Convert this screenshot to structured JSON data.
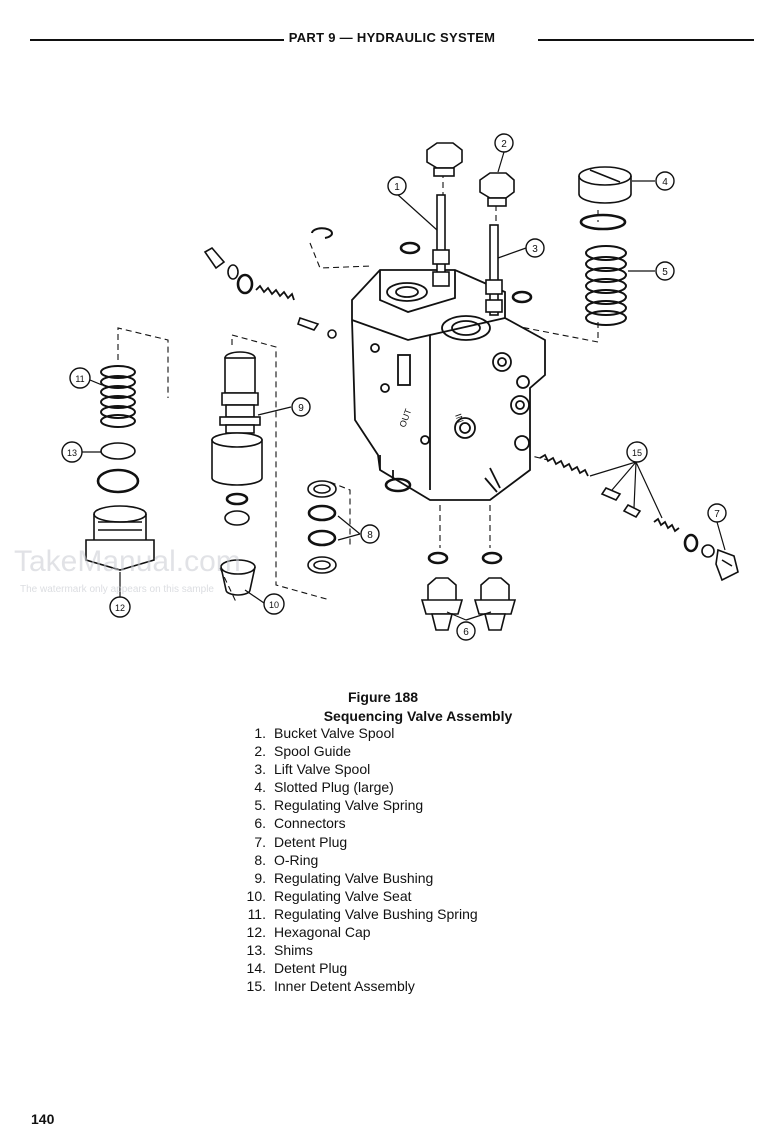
{
  "header": {
    "title": "PART 9 — HYDRAULIC SYSTEM"
  },
  "watermark": {
    "text": "TakeManual.com",
    "subtext": "The watermark only appears on this sample"
  },
  "callouts": [
    "1",
    "2",
    "3",
    "4",
    "5",
    "6",
    "7",
    "8",
    "9",
    "10",
    "11",
    "12",
    "13",
    "15"
  ],
  "caption": {
    "figure": "Figure 188",
    "title": "Sequencing Valve Assembly"
  },
  "parts": [
    {
      "num": "1.",
      "label": "Bucket Valve Spool"
    },
    {
      "num": "2.",
      "label": "Spool Guide"
    },
    {
      "num": "3.",
      "label": "Lift Valve Spool"
    },
    {
      "num": "4.",
      "label": "Slotted Plug (large)"
    },
    {
      "num": "5.",
      "label": "Regulating Valve Spring"
    },
    {
      "num": "6.",
      "label": "Connectors"
    },
    {
      "num": "7.",
      "label": "Detent Plug"
    },
    {
      "num": "8.",
      "label": "O-Ring"
    },
    {
      "num": "9.",
      "label": "Regulating Valve Bushing"
    },
    {
      "num": "10.",
      "label": "Regulating Valve Seat"
    },
    {
      "num": "11.",
      "label": "Regulating Valve Bushing Spring"
    },
    {
      "num": "12.",
      "label": "Hexagonal Cap"
    },
    {
      "num": "13.",
      "label": "Shims"
    },
    {
      "num": "14.",
      "label": "Detent Plug"
    },
    {
      "num": "15.",
      "label": "Inner Detent Assembly"
    }
  ],
  "footer": {
    "page_number": "140"
  }
}
